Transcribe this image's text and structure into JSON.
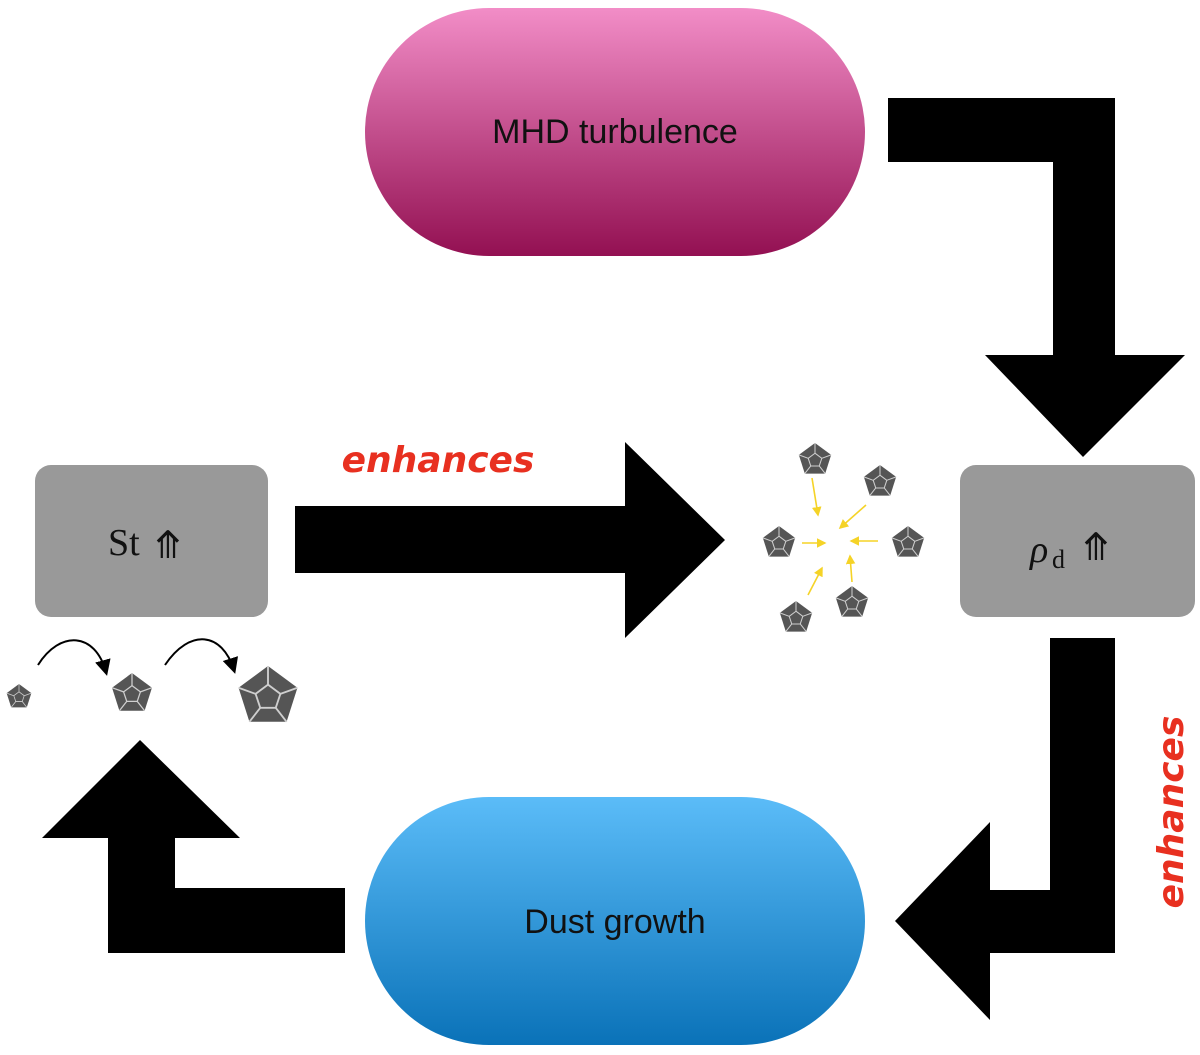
{
  "nodes": {
    "mhd_turbulence": "MHD turbulence",
    "dust_growth": "Dust growth",
    "st_box": {
      "symbol": "St",
      "arrow": "⤊"
    },
    "rho_box": {
      "symbol": "ρ",
      "subscript": "d",
      "arrow": "⤊"
    }
  },
  "edge_labels": {
    "st_to_rho": "enhances",
    "rho_to_growth": "enhances"
  },
  "colors": {
    "pill_top_pink": "#f28dc7",
    "pill_bottom_pink": "#931052",
    "pill_top_blue": "#5bbcf8",
    "pill_bottom_blue": "#0a72b8",
    "box_gray": "#999999",
    "arrow_black": "#000000",
    "label_red": "#e83020",
    "converge_yellow": "#f5d327",
    "grain_gray": "#555555"
  }
}
